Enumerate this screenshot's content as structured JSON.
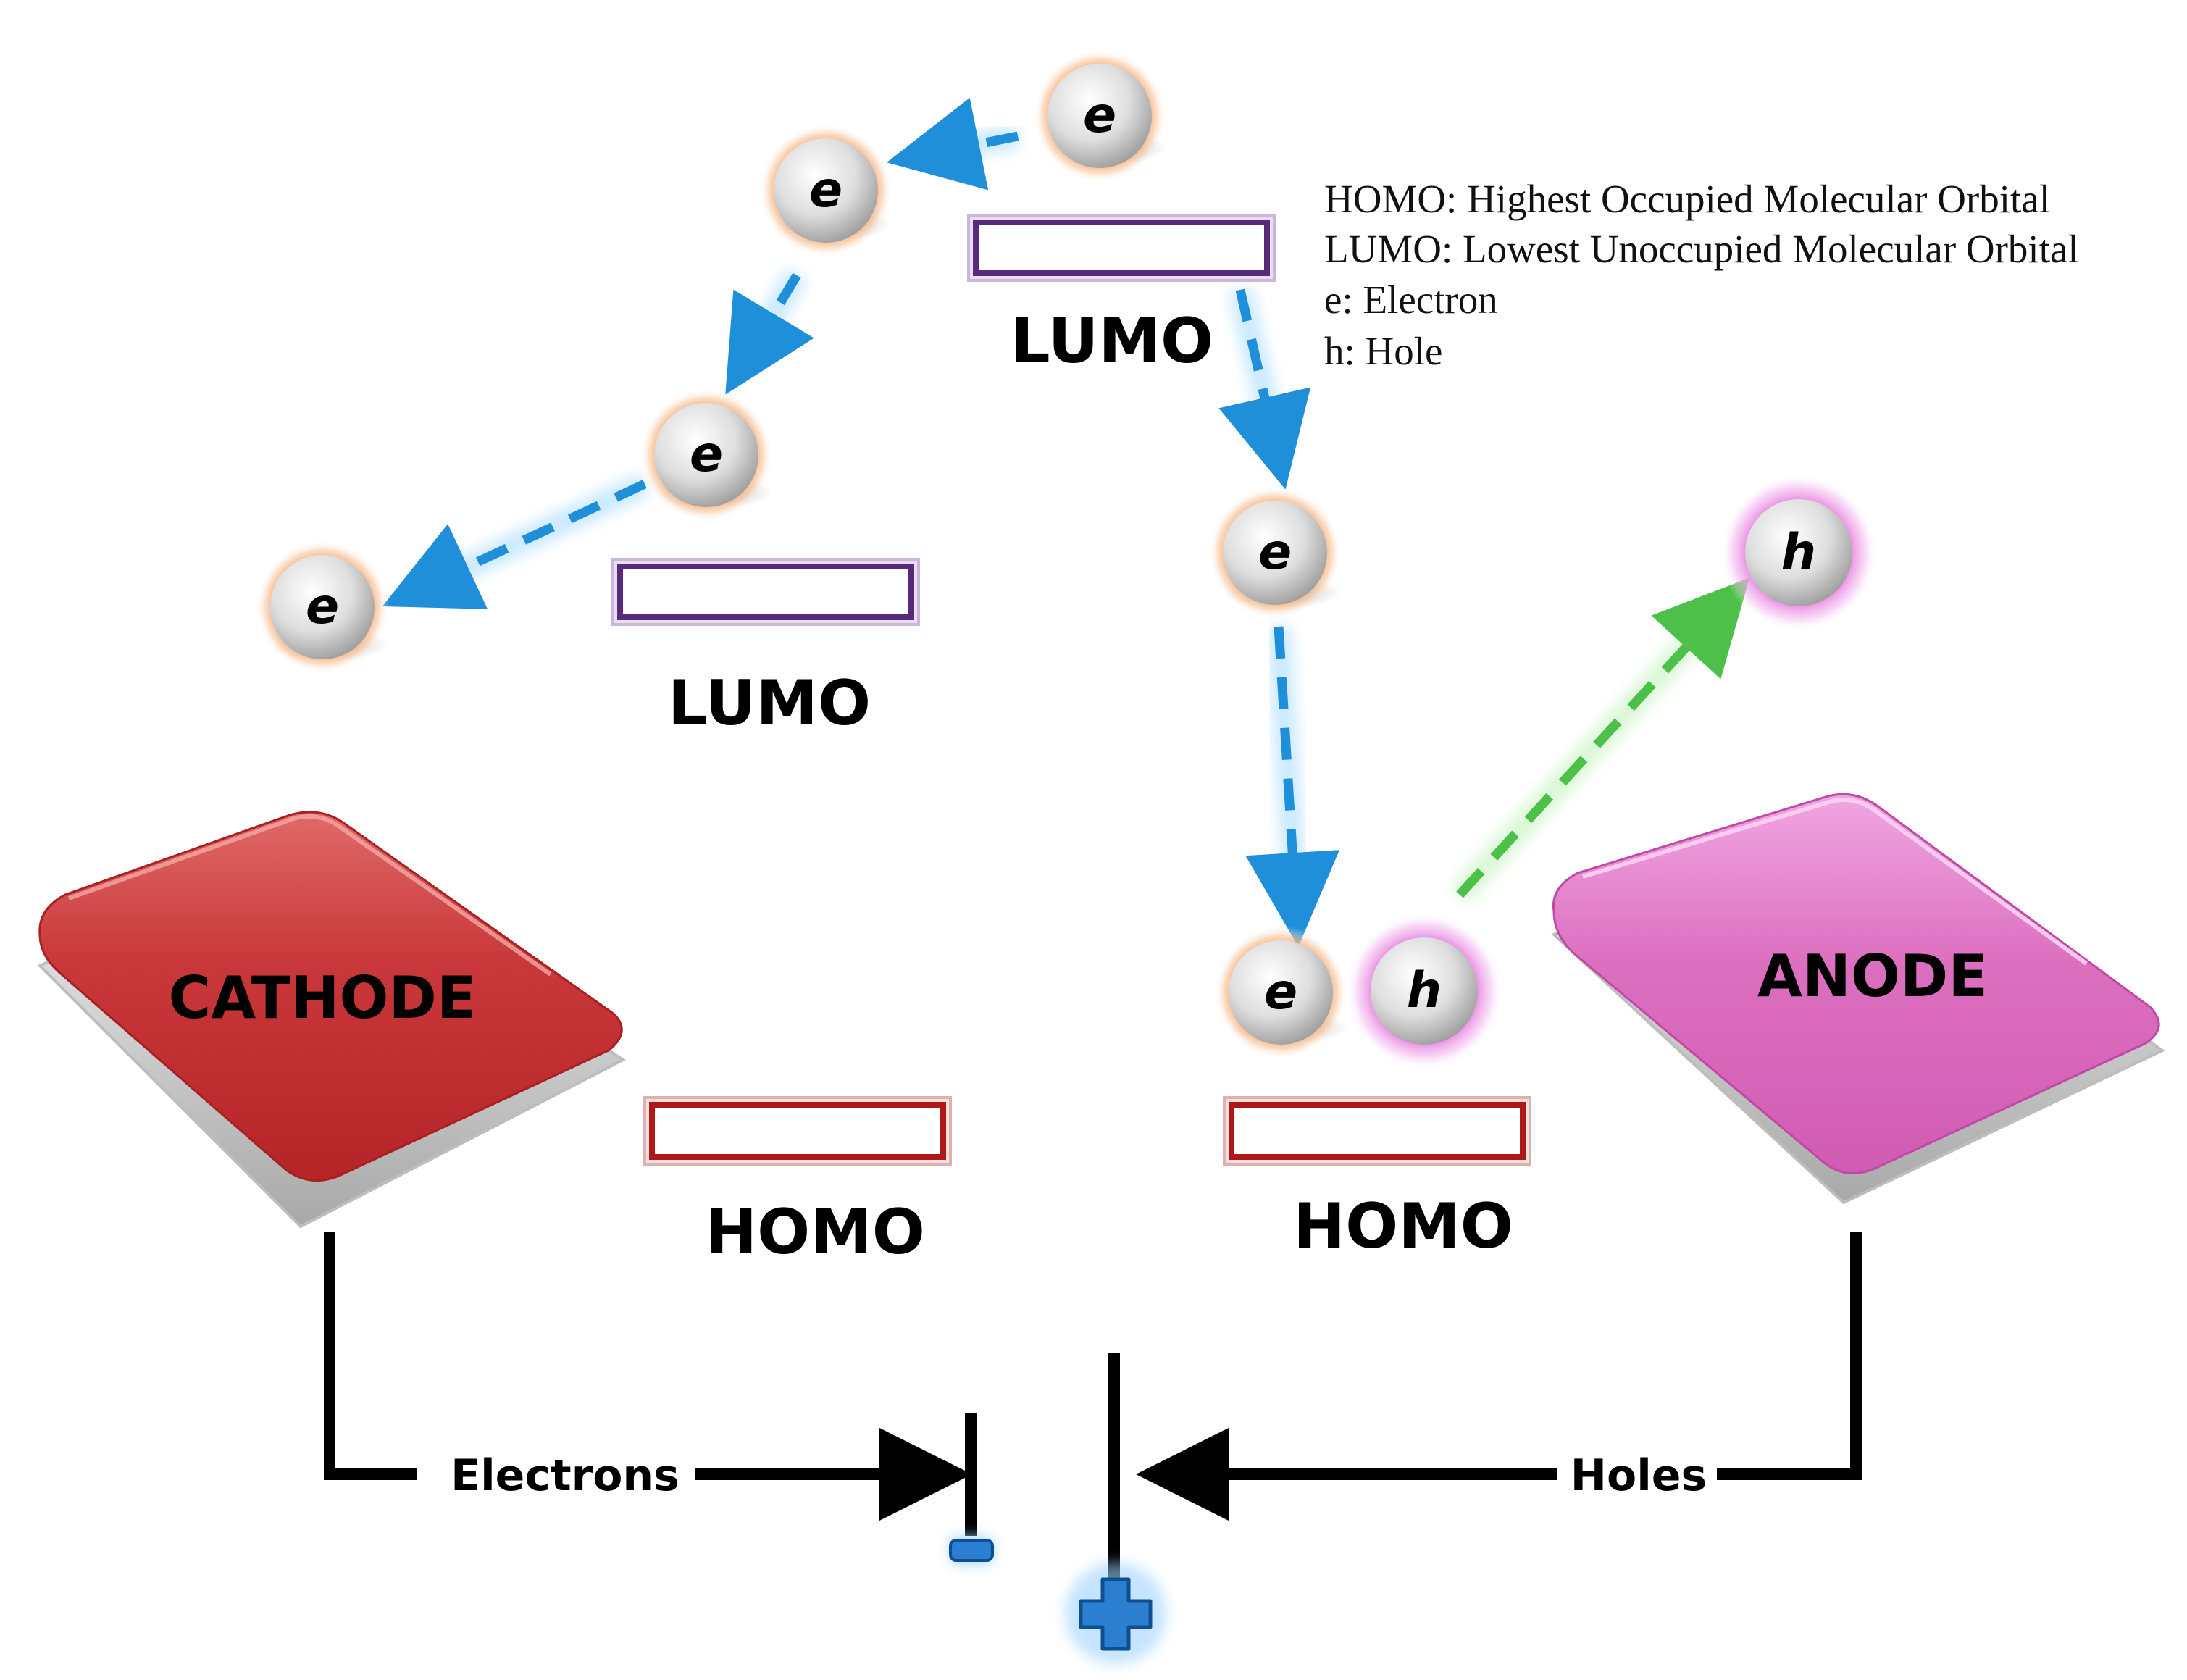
{
  "legend": {
    "line1": "HOMO: Highest Occupied Molecular Orbital",
    "line2": "LUMO: Lowest Unoccupied Molecular Orbital",
    "line3": "e: Electron",
    "line4": "h: Hole"
  },
  "labels": {
    "lumo_top": "LUMO",
    "lumo_left": "LUMO",
    "homo_left": "HOMO",
    "homo_right": "HOMO",
    "cathode": "CATHODE",
    "anode": "ANODE",
    "electrons": "Electrons",
    "holes": "Holes"
  },
  "particles": {
    "electron_symbol": "e",
    "hole_symbol": "h"
  },
  "colors": {
    "cathode": "#c9383a",
    "anode": "#dc6fbf",
    "electron_flow": "#1e8fd8",
    "hole_flow": "#5fd05a",
    "lumo_border": "#5a2a7a",
    "homo_border": "#b01818",
    "terminal": "#2b7fd0"
  }
}
